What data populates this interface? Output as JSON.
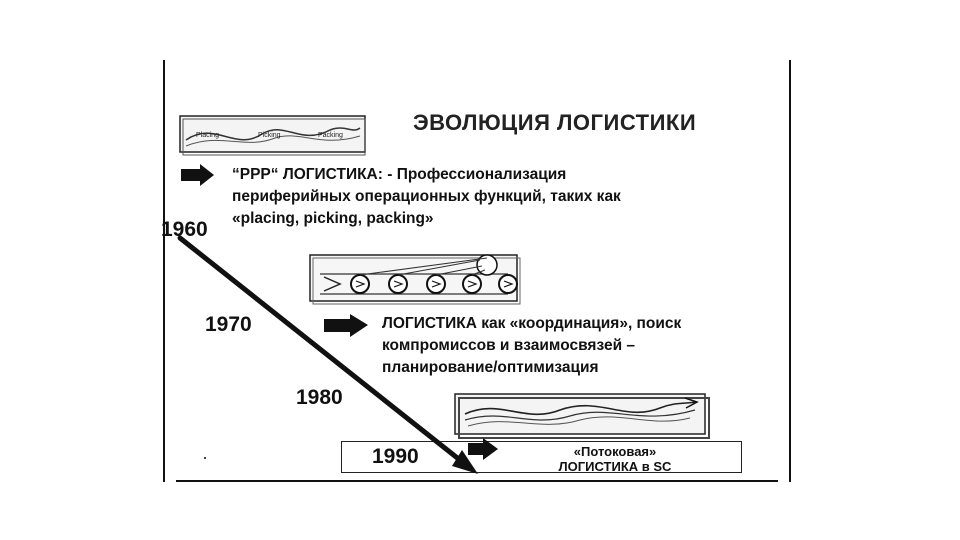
{
  "slide": {
    "title": "ЭВОЛЮЦИЯ ЛОГИСТИКИ",
    "years": [
      "1960",
      "1970",
      "1980",
      "1990"
    ],
    "stage_ppp": {
      "lines": [
        "“РРР“ ЛОГИСТИКА: - Профессионализация",
        "периферийных операционных функций, таких как",
        "«placing, picking, packing»"
      ]
    },
    "stage_coordination": {
      "lines": [
        "ЛОГИСТИКА как «координация», поиск",
        "компромиссов и взаимосвязей –",
        "планирование/оптимизация"
      ]
    },
    "stage_flow": {
      "lines": [
        "«Потоковая»",
        "ЛОГИСТИКА в SC"
      ]
    },
    "tiny_labels": [
      "Placing",
      "Picking",
      "Packing"
    ]
  }
}
